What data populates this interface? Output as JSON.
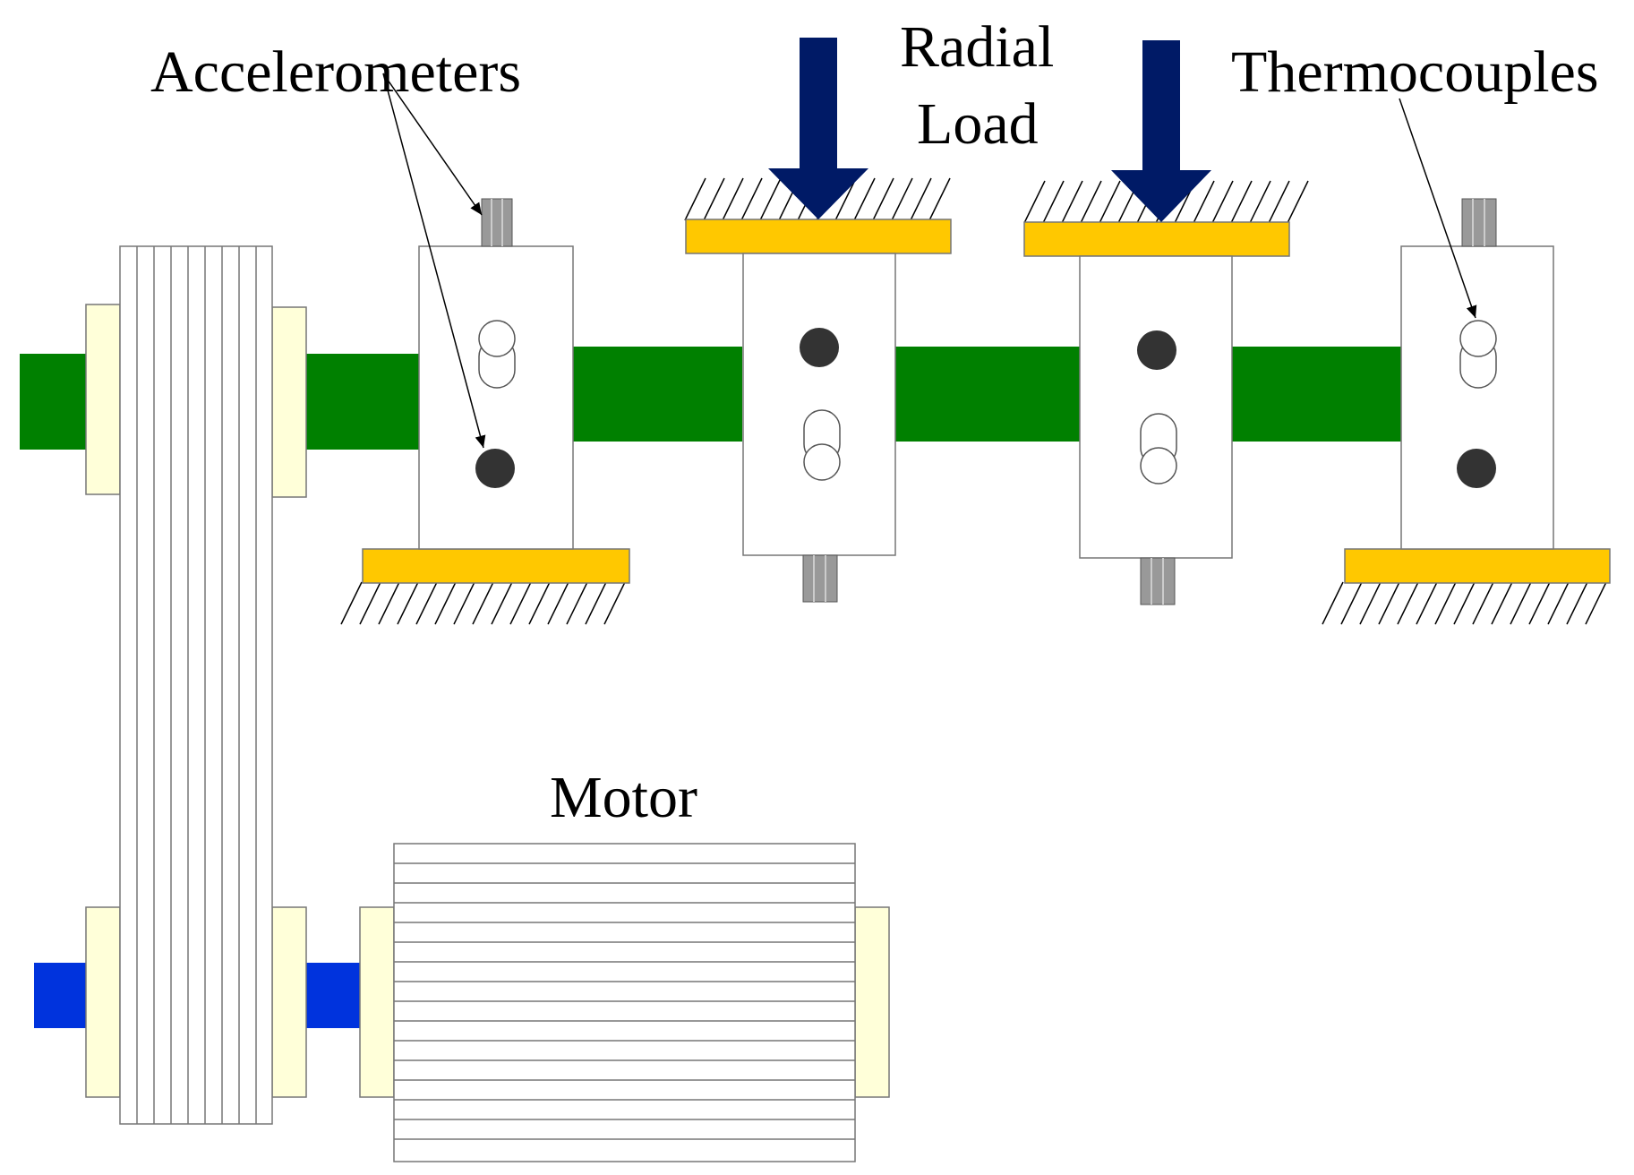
{
  "labels": {
    "accelerometers": "Accelerometers",
    "radial_line1": "Radial",
    "radial_line2": "Load",
    "thermocouples": "Thermocouples",
    "motor": "Motor"
  },
  "colors": {
    "shaft": "#008000",
    "motor_shaft": "#0033dd",
    "bearing_base": "#ffc800",
    "load_arrow": "#001a66",
    "pulley_collar": "#ffffd9",
    "sensor_stem": "#999999",
    "accelerometer_dot": "#333333",
    "outline": "#777777"
  }
}
